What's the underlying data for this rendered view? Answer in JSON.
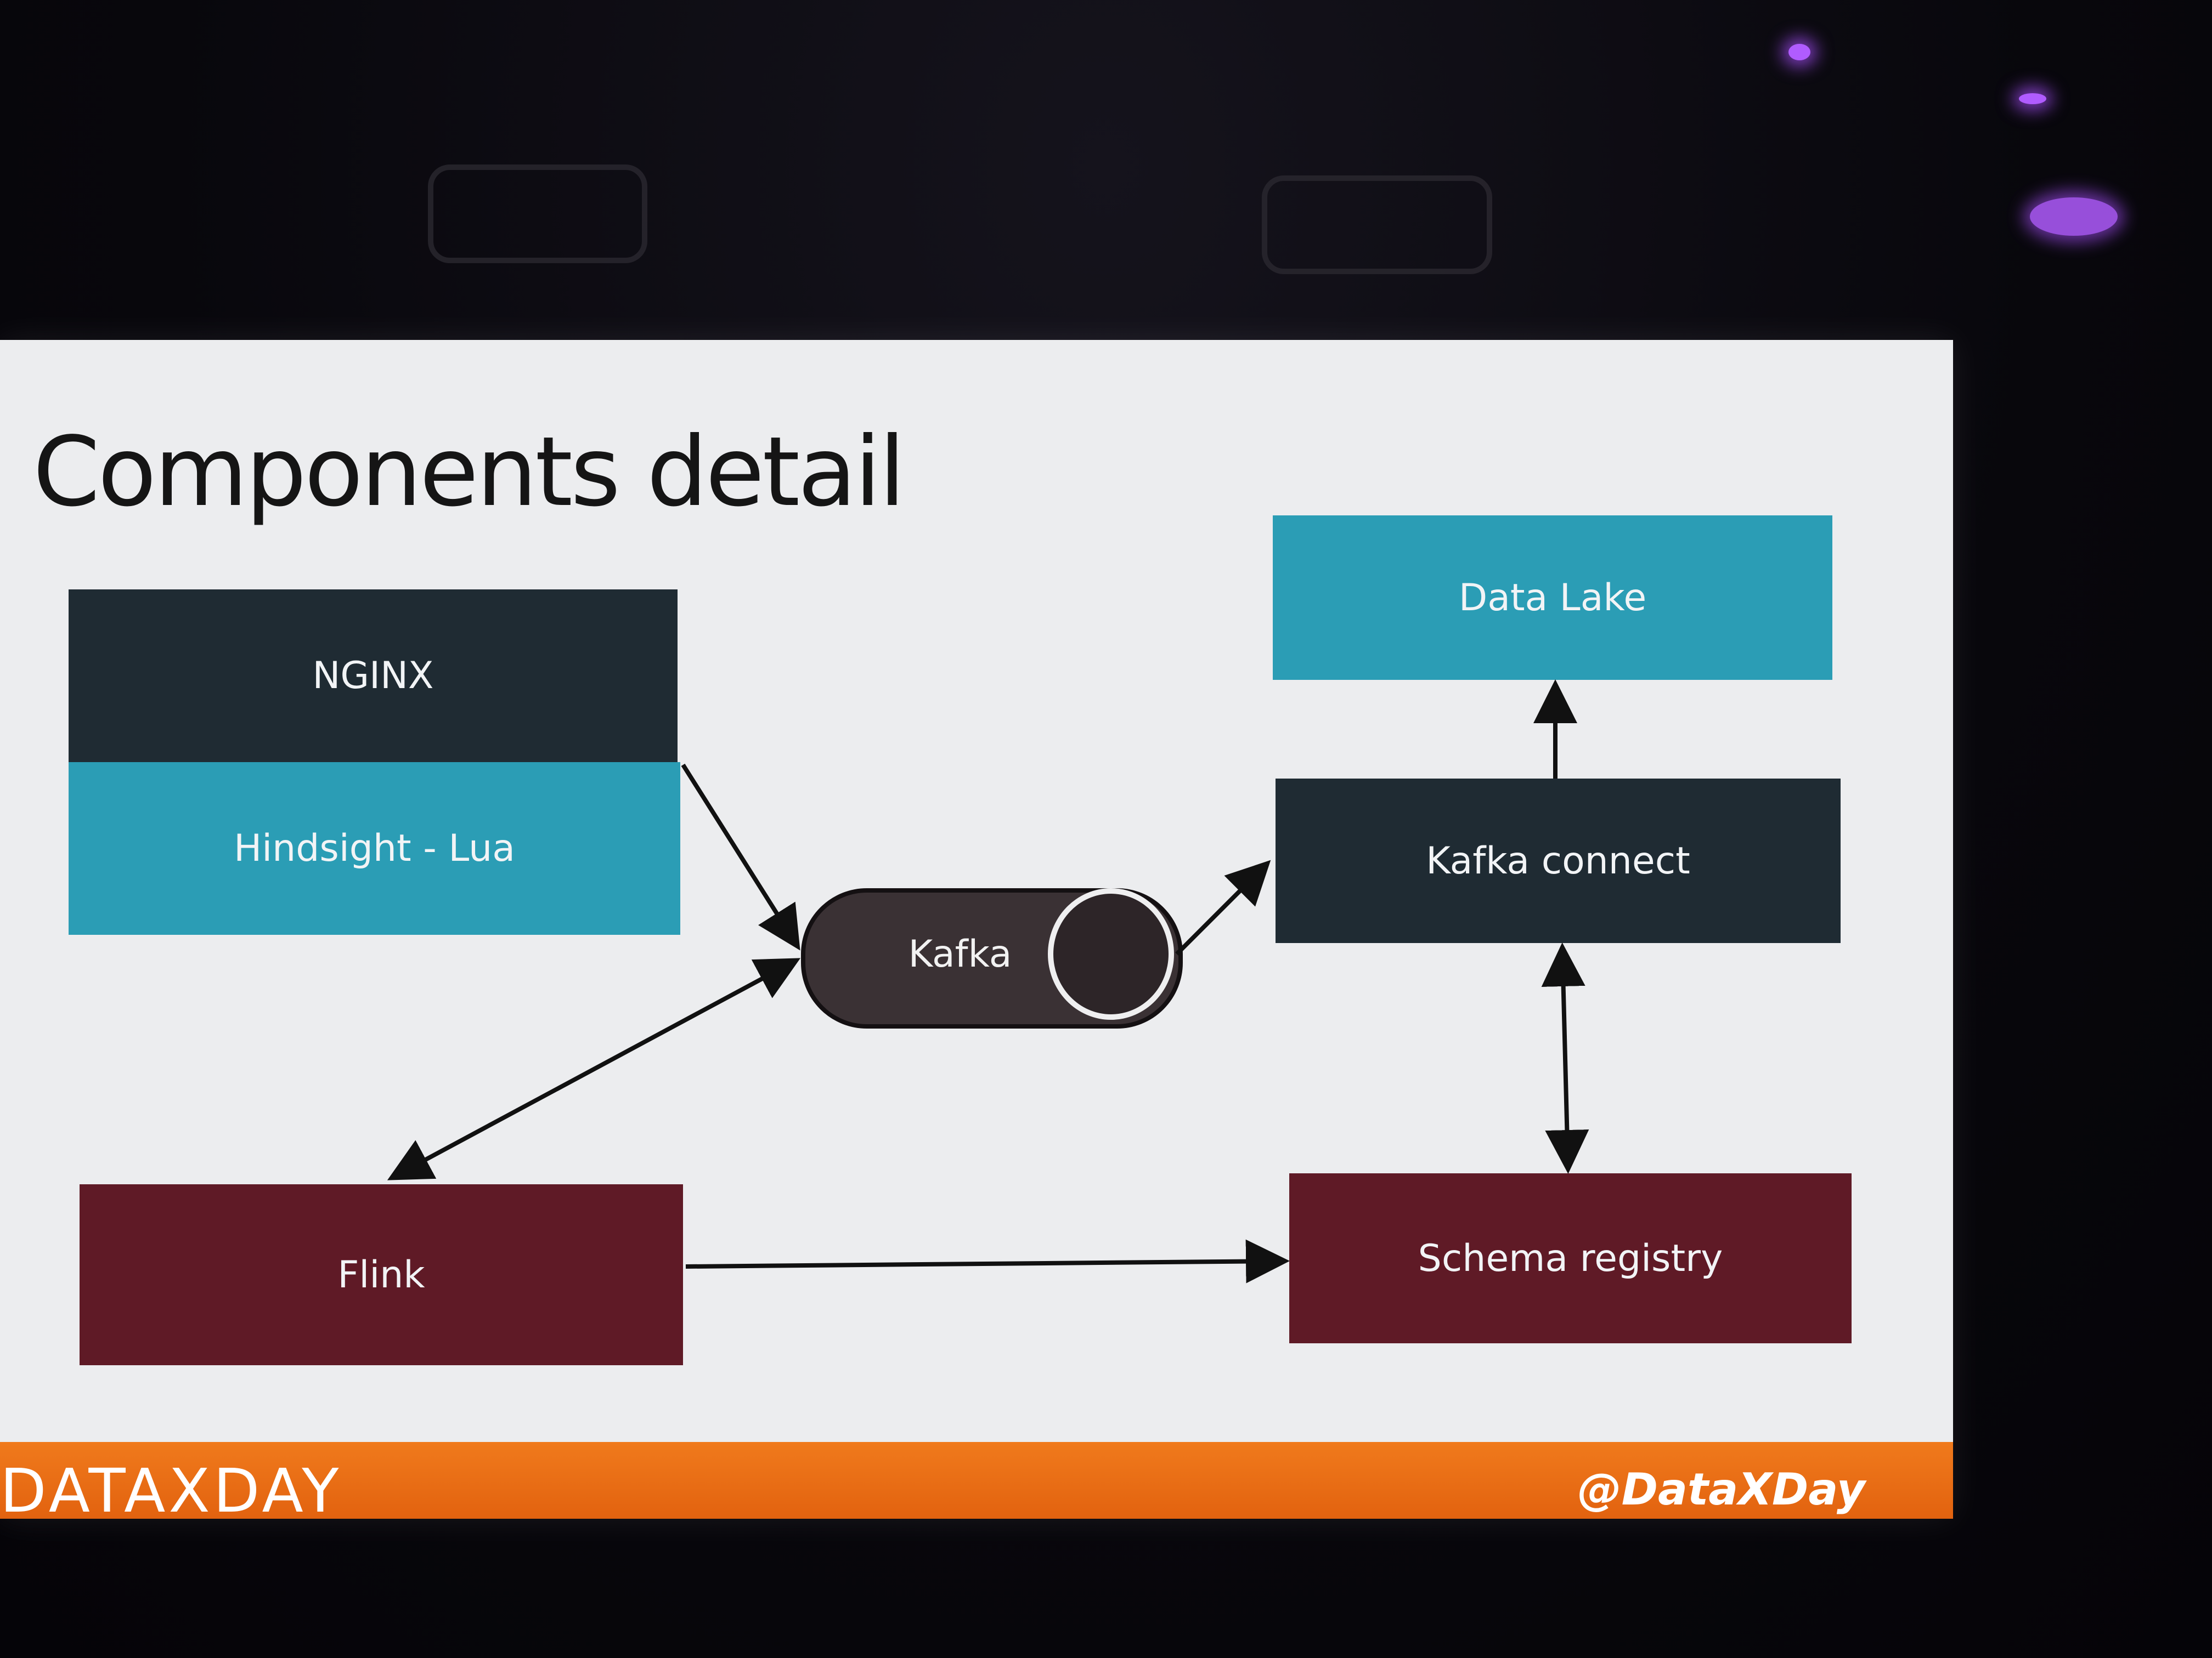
{
  "slide": {
    "title": "Components detail",
    "footer_brand": "DATAXDAY",
    "footer_handle": "@DataXDay"
  },
  "diagram": {
    "nodes": {
      "nginx": "NGINX",
      "hindsight": "Hindsight - Lua",
      "kafka": "Kafka",
      "data_lake": "Data Lake",
      "kafka_connect": "Kafka connect",
      "flink": "Flink",
      "schema_registry": "Schema registry"
    },
    "edges": [
      {
        "from": "hindsight",
        "to": "kafka",
        "direction": "forward"
      },
      {
        "from": "kafka",
        "to": "kafka_connect",
        "direction": "forward"
      },
      {
        "from": "kafka_connect",
        "to": "data_lake",
        "direction": "forward"
      },
      {
        "from": "kafka",
        "to": "flink",
        "direction": "both"
      },
      {
        "from": "kafka_connect",
        "to": "schema_registry",
        "direction": "both"
      },
      {
        "from": "flink",
        "to": "schema_registry",
        "direction": "forward"
      }
    ],
    "colors": {
      "dark_box": "#1f2b33",
      "teal_box": "#2b9db5",
      "maroon_box": "#5f1a26",
      "footer": "#f07a1c"
    }
  }
}
